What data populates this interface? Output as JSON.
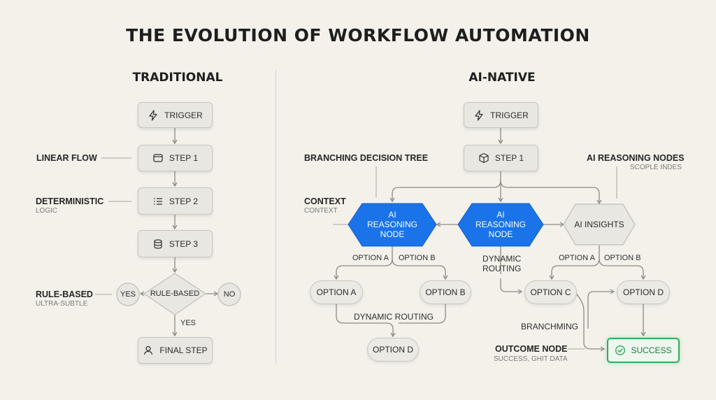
{
  "title": "THE EVOLUTION OF WORKFLOW AUTOMATION",
  "traditional": {
    "heading": "TRADITIONAL",
    "trigger": "TRIGGER",
    "step1": "STEP 1",
    "step2": "STEP 2",
    "step3": "STEP 3",
    "decision": "RULE-BASED",
    "yes_left": "YES",
    "no": "NO",
    "yes_down": "YES",
    "final": "FINAL STEP",
    "annotations": {
      "linear_flow": "LINEAR FLOW",
      "deterministic": "DETERMINISTIC",
      "logic": "LOGIC",
      "rule_based": "RULE-BASED",
      "ultra_subtle": "ULTRA-SUBTLE"
    }
  },
  "ai_native": {
    "heading": "AI-NATIVE",
    "trigger": "TRIGGER",
    "step1": "STEP 1",
    "node_left": [
      "AI",
      "REASONING",
      "NODE"
    ],
    "node_center": [
      "AI",
      "REASONING",
      "NODE"
    ],
    "insights": "AI INSIGHTS",
    "branch_a_label": "OPTION A",
    "branch_b_label": "OPTION B",
    "right_a_label": "OPTION A",
    "right_b_label": "OPTION B",
    "option_a": "OPTION A",
    "option_b": "OPTION B",
    "option_c": "OPTION C",
    "option_d_right": "OPTION D",
    "option_d_bottom": "OPTION D",
    "dynamic_routing_center": "DYNAMIC ROUTING",
    "dynamic_routing_top": [
      "DYNAMIC",
      "ROUTING"
    ],
    "branching": "BRANCHMING",
    "success": "SUCCESS",
    "annotations": {
      "branching_tree": "BRANCHING DECISION TREE",
      "context": "CONTEXT",
      "context_sub": "CONTEXT",
      "ai_reasoning_nodes": "AI REASONING NODES",
      "scope_indes": "SCOPLE INDES",
      "outcome_node": "OUTCOME NODE",
      "outcome_sub": "SUCCESS, GHIT DATA"
    }
  },
  "colors": {
    "background": "#f3f1ea",
    "ai_node_blue": "#1a73e8",
    "success_green": "#2fae5b",
    "connector": "#8e8b83"
  },
  "icons": {
    "trigger": "lightning-icon",
    "step1_traditional": "window-icon",
    "step2": "list-icon",
    "step3": "database-icon",
    "final": "user-icon",
    "step1_ai": "cube-icon",
    "success": "check-circle-icon"
  }
}
